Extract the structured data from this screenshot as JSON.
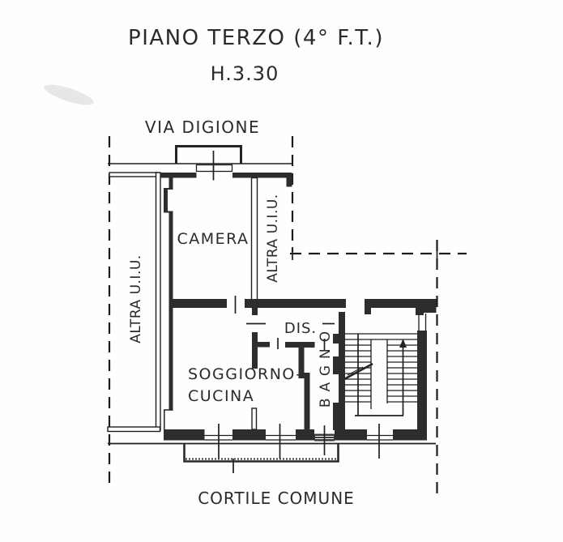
{
  "document": {
    "title": "PIANO TERZO (4° F.T.)",
    "height_label": "H.3.30",
    "street_label": "VIA DIGIONE",
    "courtyard_label": "CORTILE COMUNE",
    "ink_color": "#2d2d2d",
    "rooms": {
      "camera": "CAMERA",
      "soggiorno_cucina_line1": "SOGGIORNO-",
      "soggiorno_cucina_line2": "CUCINA",
      "disimpegno": "DIS.",
      "bagno": "BAGNO",
      "altra_uiu_left": "ALTRA U.I.U.",
      "altra_uiu_middle": "ALTRA U.I.U."
    }
  }
}
